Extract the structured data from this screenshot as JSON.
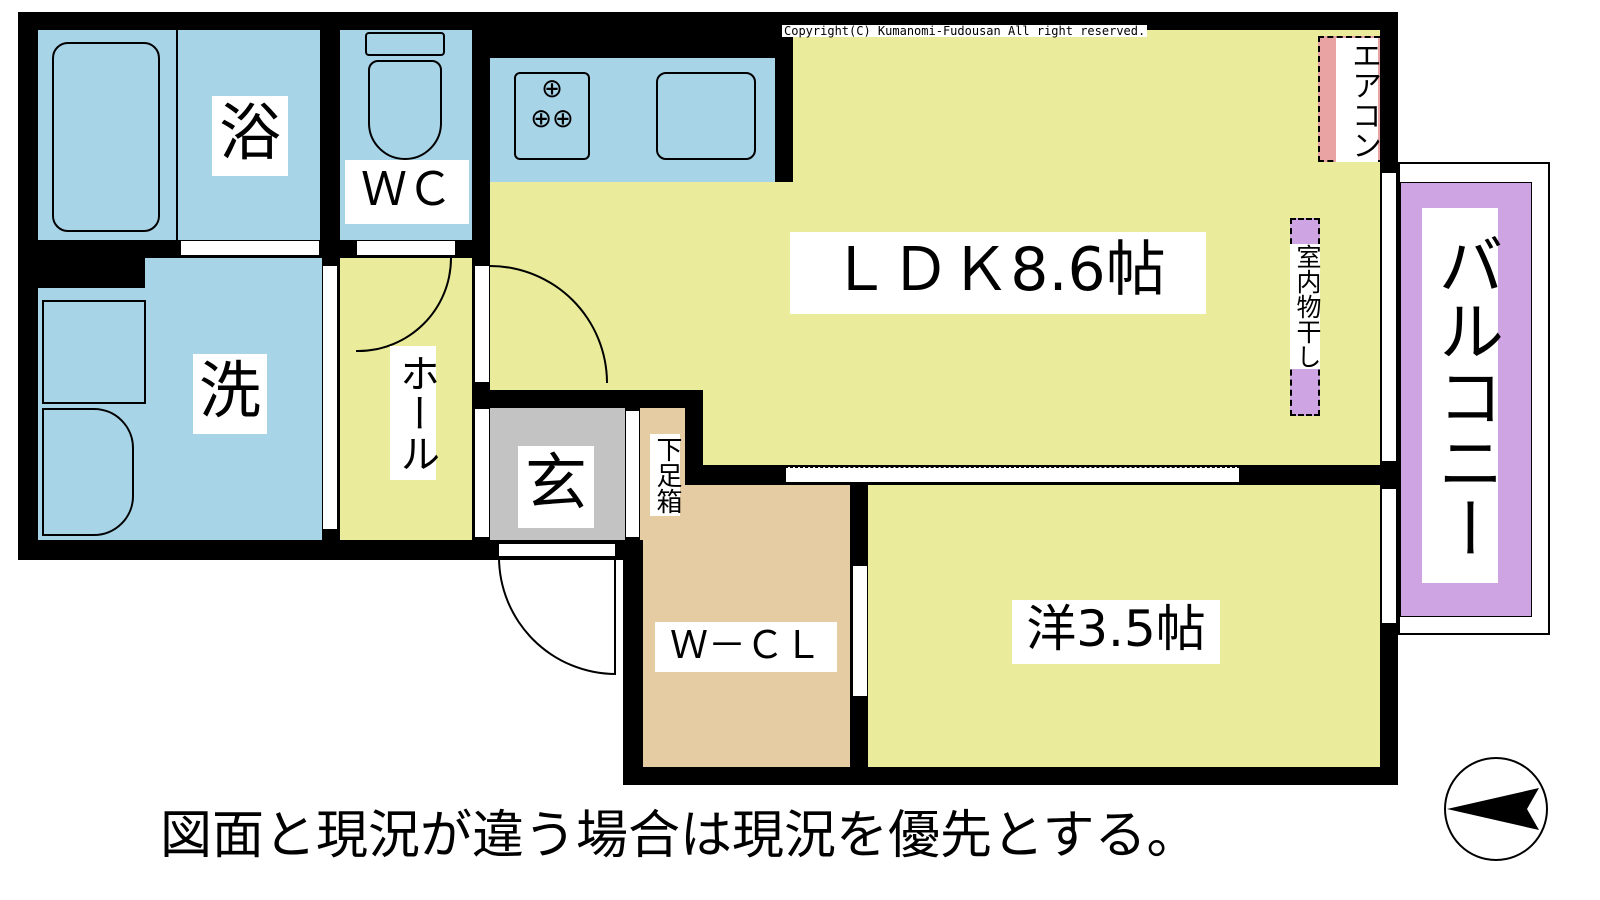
{
  "copyright": "Copyright(C) Kumanomi-Fudousan All right reserved.",
  "rooms": {
    "bath": "浴",
    "wc": "ＷＣ",
    "wash": "洗",
    "hall": "ホール",
    "entrance": "玄",
    "shoe_box": "下足箱",
    "ldk": "ＬＤＫ8.6帖",
    "wcl": "Ｗ－ＣＬ",
    "western": "洋3.5帖",
    "aircon": "エアコン",
    "indoor_drying": "室内物干し",
    "balcony": "バルコニー"
  },
  "disclaimer": "図面と現況が違う場合は現況を優先とする。",
  "colors": {
    "wet": "#a8d4e8",
    "living": "#eaec9c",
    "storage": "#e5cca3",
    "entrance": "#c3c3c3",
    "balcony": "#cfa4e2",
    "aircon": "#e9a3a3"
  }
}
